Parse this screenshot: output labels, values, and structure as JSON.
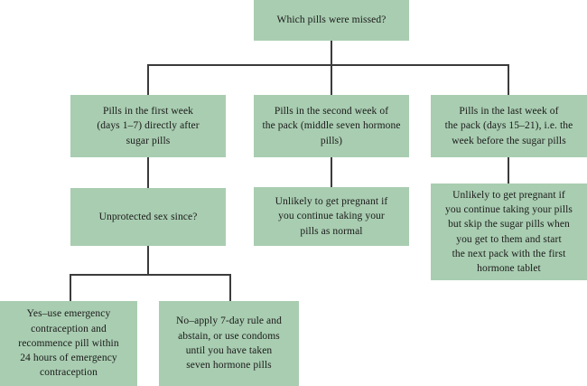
{
  "diagram": {
    "title_node": {
      "id": "which-pills-missed",
      "text": "Which pills were missed?"
    },
    "branches": [
      {
        "id": "first-week",
        "text": "Pills in the first week\n(days 1–7) directly after\nsugar pills"
      },
      {
        "id": "second-week",
        "text": "Pills in the second week of\nthe pack (middle seven hormone\npills)"
      },
      {
        "id": "last-week",
        "text": "Pills in the last week of\nthe pack (days 15–21), i.e. the\nweek before the sugar pills"
      }
    ],
    "second_level": [
      {
        "id": "unprotected-sex-question",
        "text": "Unprotected sex since?"
      },
      {
        "id": "second-week-advice",
        "text": "Unlikely to get pregnant if\nyou continue taking your\npills as normal"
      },
      {
        "id": "last-week-advice",
        "text": "Unlikely to get pregnant if\nyou continue taking your pills\nbut skip the sugar pills when\nyou get to them and start\nthe next pack with the first\nhormone tablet"
      }
    ],
    "outcomes": [
      {
        "id": "yes-emergency-contraception",
        "text": "Yes–use emergency\ncontraception and\nrecommence pill within\n24 hours of emergency\ncontraception"
      },
      {
        "id": "no-seven-day-rule",
        "text": "No–apply 7-day rule and\nabstain, or use condoms\nuntil you have taken\nseven hormone pills"
      }
    ],
    "colors": {
      "node_fill": "#a9cdb1",
      "connector": "#3b3b3b",
      "text": "#1a1a1a",
      "background": "#ffffff"
    }
  }
}
